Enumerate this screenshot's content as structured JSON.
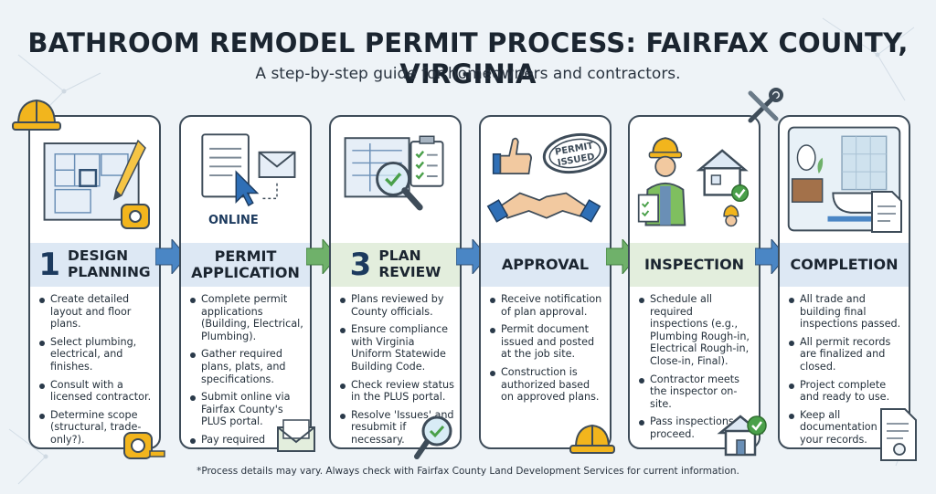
{
  "header": {
    "title": "BATHROOM REMODEL PERMIT PROCESS: FAIRFAX COUNTY, VIRGINIA",
    "subtitle": "A step-by-step guide for homeowners and contractors."
  },
  "steps": [
    {
      "number": "1",
      "title_lines": [
        "DESIGN",
        "PLANNING"
      ],
      "bullets": [
        "Create detailed layout and floor plans.",
        "Select plumbing, electrical, and finishes.",
        "Consult with a licensed contractor.",
        "Determine scope (structural, trade-only?)."
      ]
    },
    {
      "number": "",
      "title_lines": [
        "PERMIT",
        "APPLICATION"
      ],
      "illustration_label": "ONLINE",
      "bullets": [
        "Complete permit applications (Building, Electrical, Plumbing).",
        "Gather required plans, plats, and specifications.",
        "Submit online via Fairfax County's PLUS portal.",
        "Pay required application fees."
      ]
    },
    {
      "number": "3",
      "title_lines": [
        "PLAN",
        "REVIEW"
      ],
      "bullets": [
        "Plans reviewed by County officials.",
        "Ensure compliance with Virginia Uniform Statewide Building Code.",
        "Check review status in the PLUS portal.",
        "Resolve 'Issues' and resubmit if necessary."
      ]
    },
    {
      "number": "",
      "title_lines": [
        "APPROVAL"
      ],
      "stamp_text_lines": [
        "PERMIT",
        "ISSUED"
      ],
      "bullets": [
        "Receive notification of plan approval.",
        "Permit document issued and posted at the job site.",
        "Construction is authorized based on approved plans."
      ]
    },
    {
      "number": "",
      "title_lines": [
        "INSPECTION"
      ],
      "bullets": [
        "Schedule all required inspections (e.g., Plumbing Rough-in, Electrical Rough-in, Close-in, Final).",
        "Contractor meets the inspector on-site.",
        "Pass inspections to proceed."
      ]
    },
    {
      "number": "",
      "title_lines": [
        "COMPLETION"
      ],
      "bullets": [
        "All trade and building final inspections passed.",
        "All permit records are finalized and closed.",
        "Project complete and ready to use.",
        "Keep all documentation for your records."
      ]
    }
  ],
  "footnote": "*Process details may vary. Always check with Fairfax County Land Development Services for current information.",
  "colors": {
    "band_blue": "#dde8f4",
    "band_green": "#e3eedd",
    "arrow_blue": "#4a86c5",
    "arrow_green": "#6fb16a",
    "card_border": "#3e4c59",
    "hardhat": "#f2b51d",
    "check_green": "#4aa04a"
  }
}
